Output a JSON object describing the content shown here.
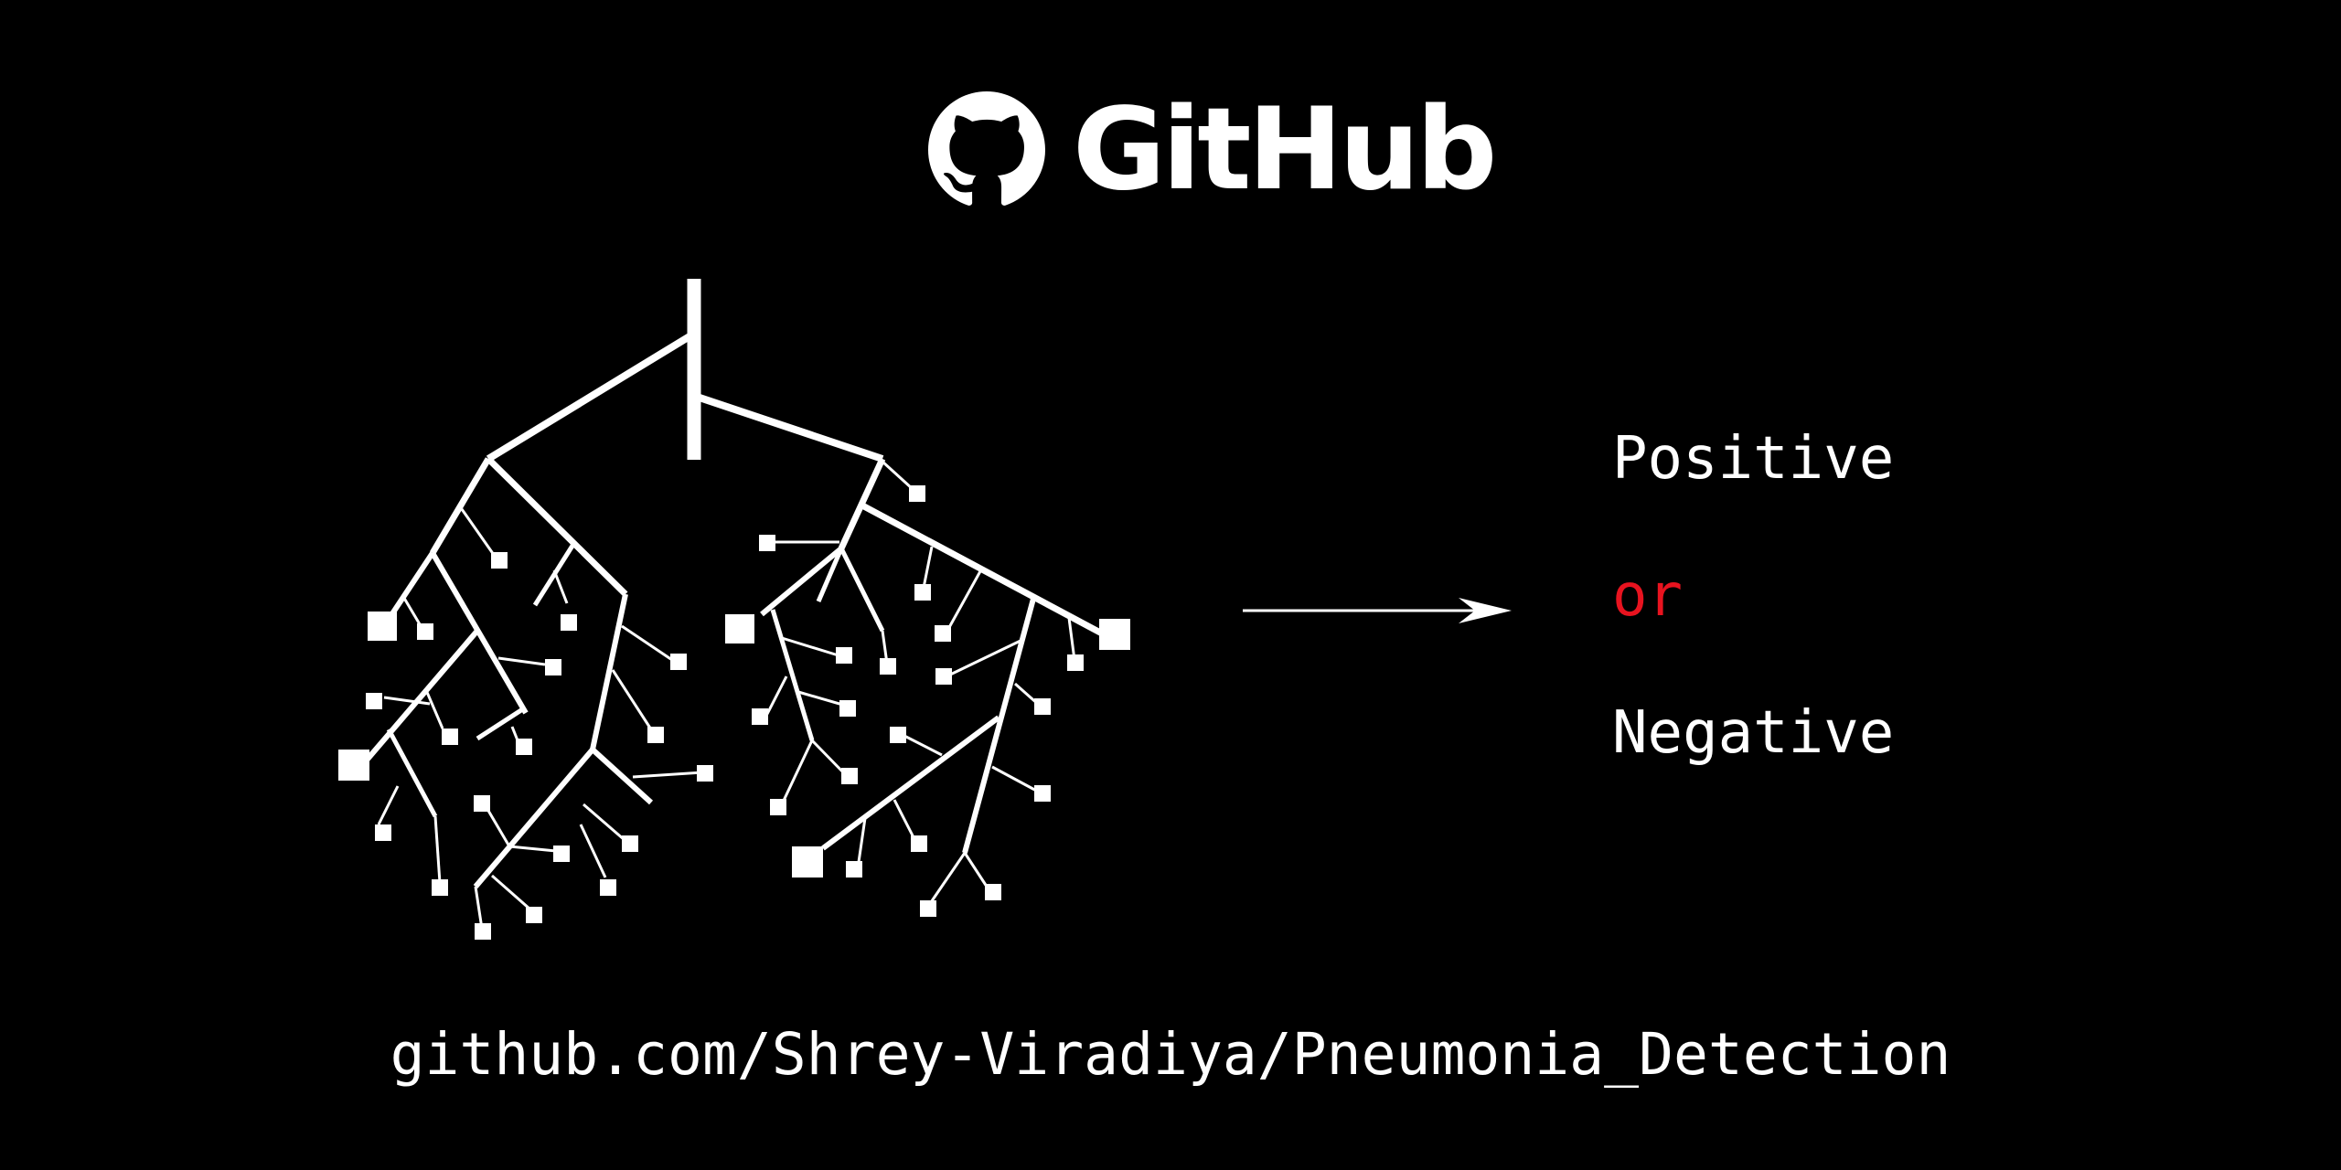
{
  "logo": {
    "wordmark": "GitHub",
    "icon": "github-octocat-icon",
    "brand_text": "GitHub"
  },
  "illustration": {
    "icon": "lung-tree-icon"
  },
  "arrow": {
    "icon": "arrow-right-icon"
  },
  "results": {
    "positive": "Positive",
    "or": "or",
    "negative": "Negative"
  },
  "repo_url": "github.com/Shrey-Viradiya/Pneumonia_Detection",
  "colors": {
    "background": "#000000",
    "foreground": "#ffffff",
    "accent": "#e8131f"
  }
}
